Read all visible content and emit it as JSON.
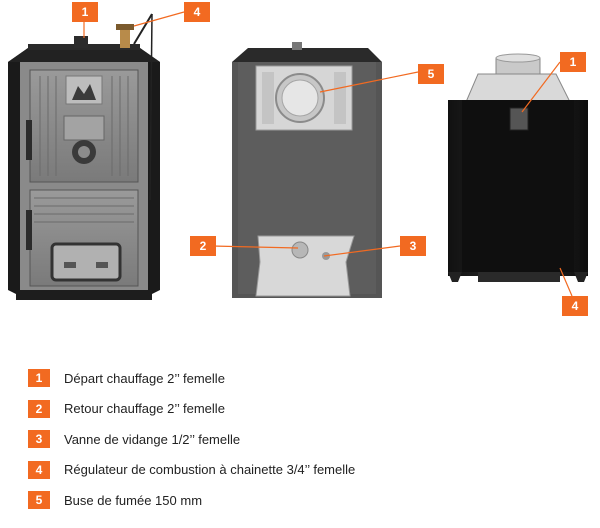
{
  "accent_color": "#f26a21",
  "callouts": {
    "front_top_left": "1",
    "front_top_right": "4",
    "back_top": "5",
    "back_bottom_left": "2",
    "back_bottom_right": "3",
    "side_top": "1",
    "side_bottom": "4"
  },
  "legend": [
    {
      "number": "1",
      "text": "Départ chauffage 2’’ femelle"
    },
    {
      "number": "2",
      "text": "Retour chauffage 2’’ femelle"
    },
    {
      "number": "3",
      "text": "Vanne de vidange 1/2’’ femelle"
    },
    {
      "number": "4",
      "text": "Régulateur de combustion à chainette 3/4’’ femelle"
    },
    {
      "number": "5",
      "text": "Buse de fumée 150 mm"
    }
  ]
}
